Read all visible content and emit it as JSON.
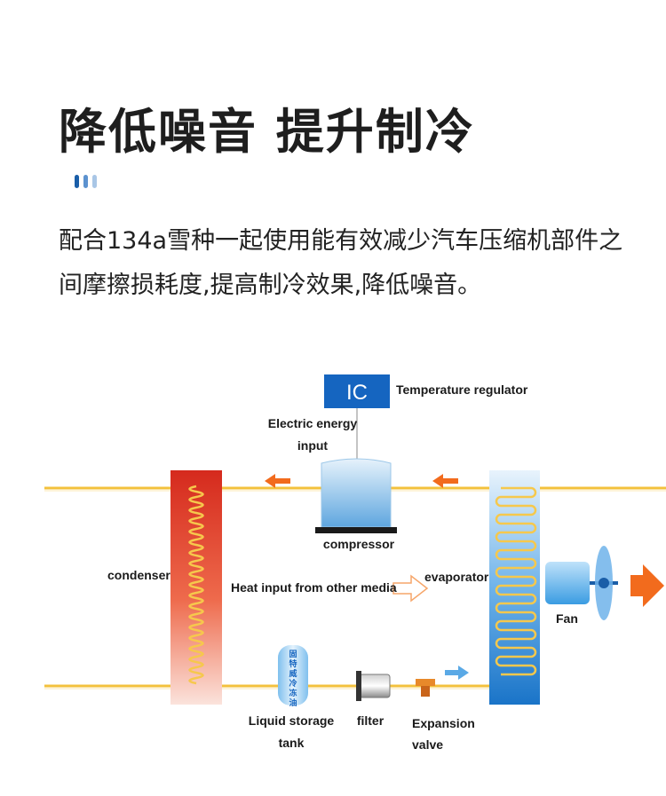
{
  "header": {
    "title": "降低噪音 提升制冷",
    "description": "配合134a雪种一起使用能有效减少汽车压缩机部件之间摩擦损耗度,提高制冷效果,降低噪音。",
    "dot_colors": [
      "#1a5ea8",
      "#5c92cf",
      "#a9c6e6"
    ]
  },
  "diagram": {
    "ic_box_label": "IC",
    "temperature_regulator": "Temperature regulator",
    "electric_energy_line1": "Electric energy",
    "electric_energy_line2": "input",
    "compressor": "compressor",
    "condenser": "condenser",
    "heat_input": "Heat input from other media",
    "evaporator": "evaporator",
    "fan": "Fan",
    "tank_text": "固特威冷冻油",
    "liquid_storage_line1": "Liquid storage",
    "liquid_storage_line2": "tank",
    "filter": "filter",
    "expansion_line1": "Expansion",
    "expansion_line2": "valve",
    "colors": {
      "pipe": "#f3c13c",
      "condenser_red": "#d82a1e",
      "evaporator_blue": "#1f7fd4",
      "ic_blue": "#1565c0",
      "arrow_orange": "#f26b1d",
      "arrow_blue": "#5aa9e6"
    }
  }
}
